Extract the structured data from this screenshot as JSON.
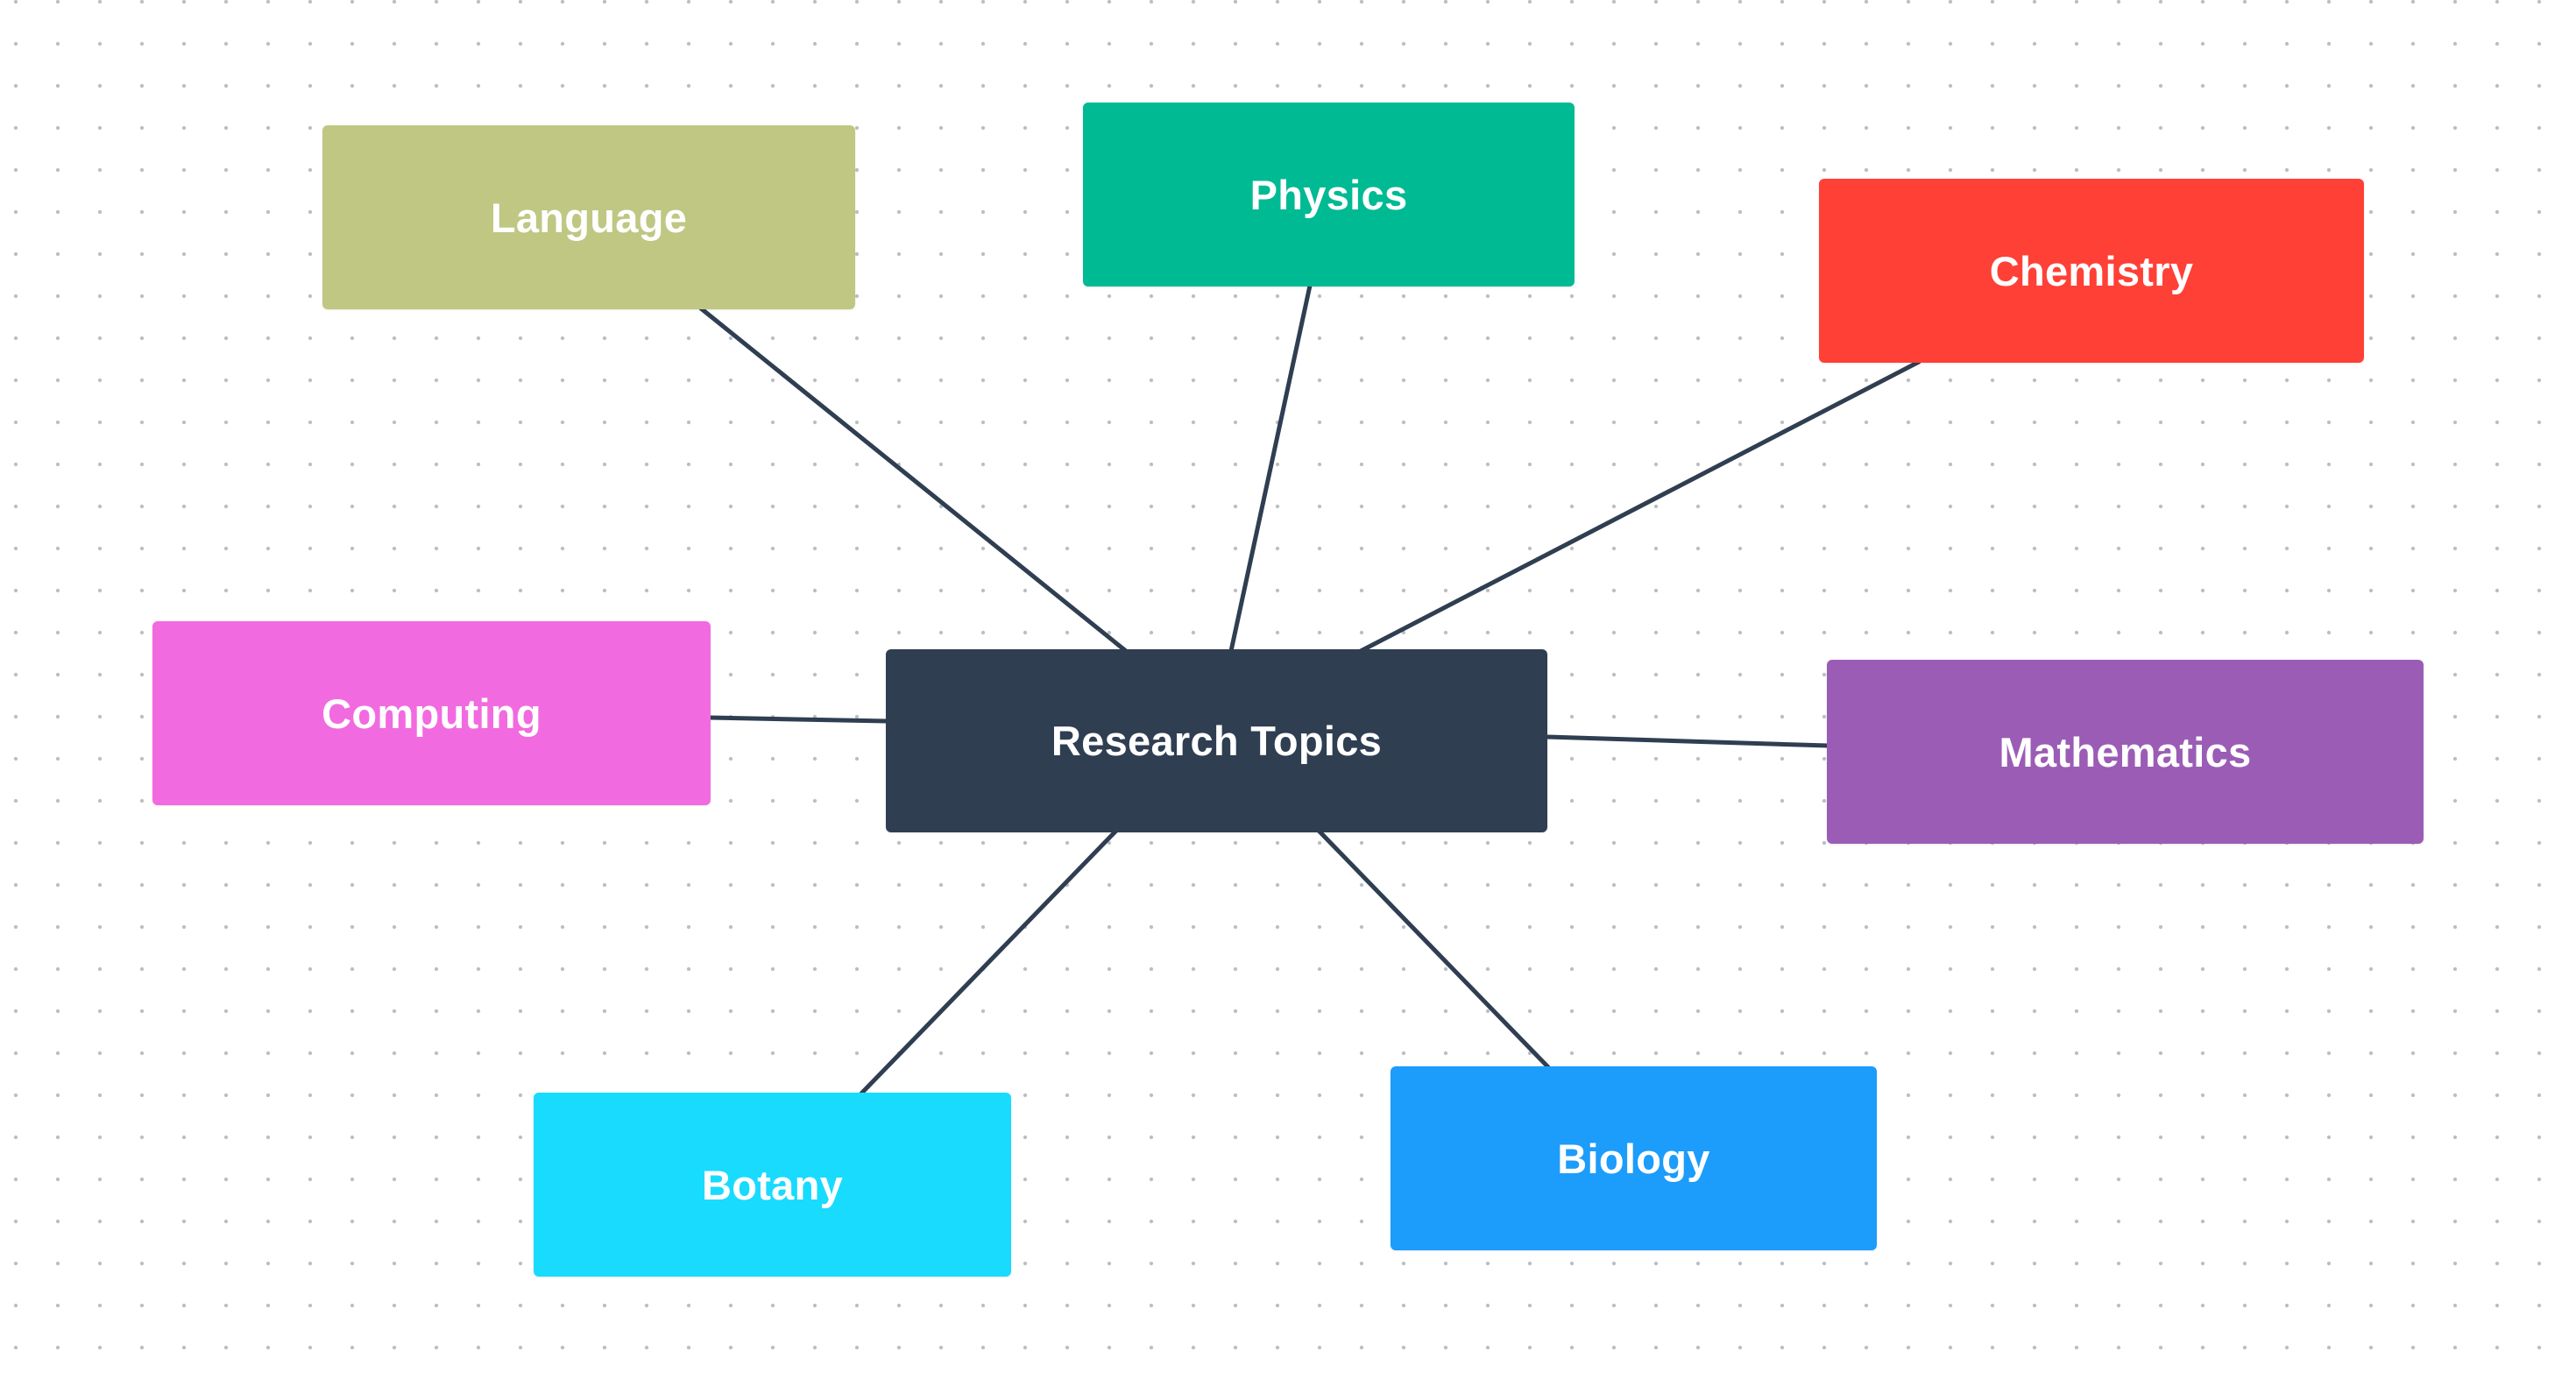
{
  "diagram": {
    "center": {
      "label": "Research Topics",
      "color": "#2f3e51"
    },
    "connector_color": "#2f3e51",
    "topics": [
      {
        "id": "language",
        "label": "Language",
        "color": "#bfc783"
      },
      {
        "id": "physics",
        "label": "Physics",
        "color": "#00ba94"
      },
      {
        "id": "chemistry",
        "label": "Chemistry",
        "color": "#ff4036"
      },
      {
        "id": "computing",
        "label": "Computing",
        "color": "#f26ae0"
      },
      {
        "id": "mathematics",
        "label": "Mathematics",
        "color": "#9b5cb5"
      },
      {
        "id": "botany",
        "label": "Botany",
        "color": "#19dbfe"
      },
      {
        "id": "biology",
        "label": "Biology",
        "color": "#1c9cfb"
      }
    ]
  }
}
